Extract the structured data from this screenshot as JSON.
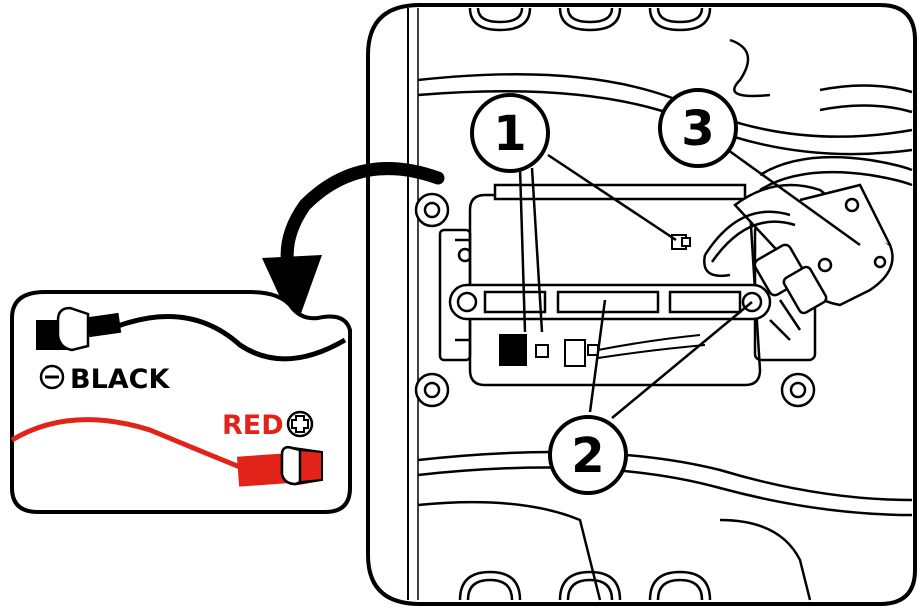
{
  "inset": {
    "black_label": "BLACK",
    "red_label": "RED",
    "black_color": "#000000",
    "red_color": "#e2231a",
    "minus_symbol_icon": "minus-circle-icon",
    "plus_symbol_icon": "plus-circle-icon"
  },
  "callouts": [
    {
      "number": "1"
    },
    {
      "number": "2"
    },
    {
      "number": "3"
    }
  ],
  "colors": {
    "line": "#000000",
    "background": "#ffffff",
    "accent_red": "#e2231a"
  }
}
